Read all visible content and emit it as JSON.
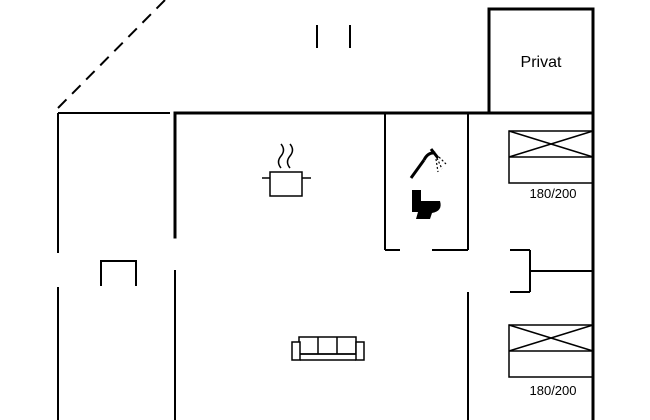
{
  "rooms": {
    "private_label": "Privat"
  },
  "beds": [
    {
      "size_label": "180/200"
    },
    {
      "size_label": "180/200"
    }
  ],
  "icons": [
    "stove-pot-icon",
    "shower-icon",
    "toilet-icon",
    "sofa-icon",
    "bed-icon",
    "stairs-icon"
  ],
  "colors": {
    "wall": "#000000",
    "background": "#ffffff"
  }
}
